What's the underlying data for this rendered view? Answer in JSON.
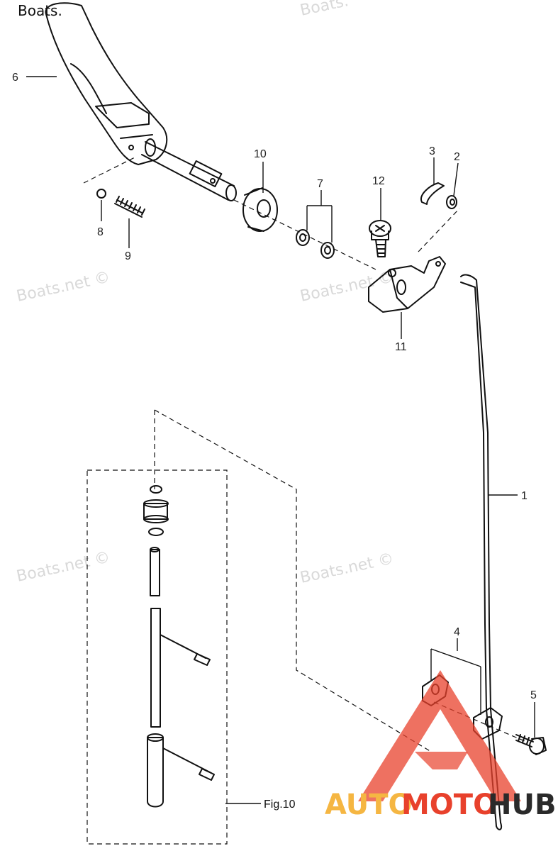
{
  "watermarks": {
    "top_left": "Boats.",
    "top_right": "Boats.",
    "mid_left": "Boats.net ©",
    "mid_center": "Boats.net ©",
    "lower_left": "Boats.net ©",
    "lower_center": "Boats.net ©"
  },
  "callouts": {
    "c1": "1",
    "c2": "2",
    "c3": "3",
    "c4": "4",
    "c5": "5",
    "c6": "6",
    "c7": "7",
    "c8": "8",
    "c9": "9",
    "c10": "10",
    "c11": "11",
    "c12": "12"
  },
  "figure_reference": "Fig.10",
  "logo": {
    "part_auto": "AUTO",
    "part_moto": "MOTO",
    "part_hub": "HUB",
    "colors": {
      "auto": "#f5b642",
      "moto": "#e8412c",
      "hub": "#2a2a2a",
      "triangle": "#e8412c"
    }
  }
}
